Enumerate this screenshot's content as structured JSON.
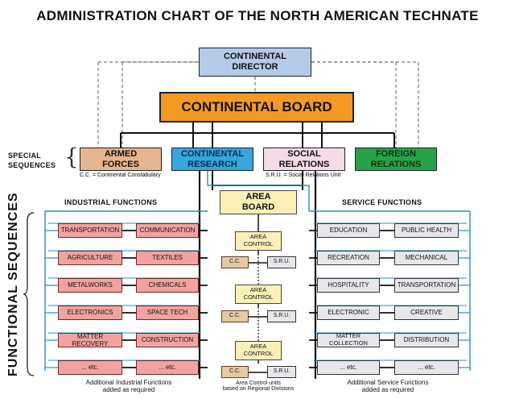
{
  "title": "ADMINISTRATION CHART OF THE NORTH AMERICAN TECHNATE",
  "director": [
    "CONTINENTAL",
    "DIRECTOR"
  ],
  "board": "CONTINENTAL BOARD",
  "special_label": [
    "SPECIAL",
    "SEQUENCES"
  ],
  "special_boxes": [
    {
      "lines": [
        "ARMED",
        "FORCES"
      ],
      "color": "#e6b48e",
      "note": "C.C. = Continental Constabulary"
    },
    {
      "lines": [
        "CONTINENTAL",
        "RESEARCH"
      ],
      "color": "#36a6dd",
      "note": ""
    },
    {
      "lines": [
        "SOCIAL",
        "RELATIONS"
      ],
      "color": "#f3dbe8",
      "note": "S.R.U. = Social Relations Unit"
    },
    {
      "lines": [
        "FOREIGN",
        "RELATIONS"
      ],
      "color": "#28a248",
      "note": ""
    }
  ],
  "functional_label": "FUNCTIONAL SEQUENCES",
  "industrial": {
    "header": "INDUSTRIAL FUNCTIONS",
    "left": [
      "TRANSPORTATION",
      "AGRICULTURE",
      "METALWORKS",
      "ELECTRONICS",
      "MATTER RECOVERY",
      "... etc."
    ],
    "right": [
      "COMMUNICATION",
      "TEXTILES",
      "CHEMICALS",
      "SPACE TECH",
      "CONSTRUCTION",
      "... etc."
    ],
    "footer": [
      "Additional Industrial Functions",
      "added as required"
    ]
  },
  "service": {
    "header": "SERVICE FUNCTIONS",
    "left": [
      "EDUCATION",
      "RECREATION",
      "HOSPITALITY",
      "ELECTRONIC",
      "MATTER COLLECTION",
      "... etc."
    ],
    "right": [
      "PUBLIC HEALTH",
      "MECHANICAL",
      "TRANSPORTATION",
      "CREATIVE",
      "DISTRIBUTION",
      "... etc."
    ],
    "footer": [
      "Additional Service Functions",
      "added as required"
    ]
  },
  "area_board": [
    "AREA",
    "BOARD"
  ],
  "area_control": [
    "AREA",
    "CONTROL"
  ],
  "cc": "C.C.",
  "sru": "S.R.U.",
  "area_footer": [
    "Area Control units",
    "based on Regional Divisions"
  ],
  "colors": {
    "director": "#b3cbe6",
    "board": "#f49a24",
    "industrial_box": "#f2a3a0",
    "service_box": "#e6e7ea",
    "area": "#fbf0b8",
    "cc": "#e6c9a4",
    "connector_blue": "#1f8fd0"
  }
}
